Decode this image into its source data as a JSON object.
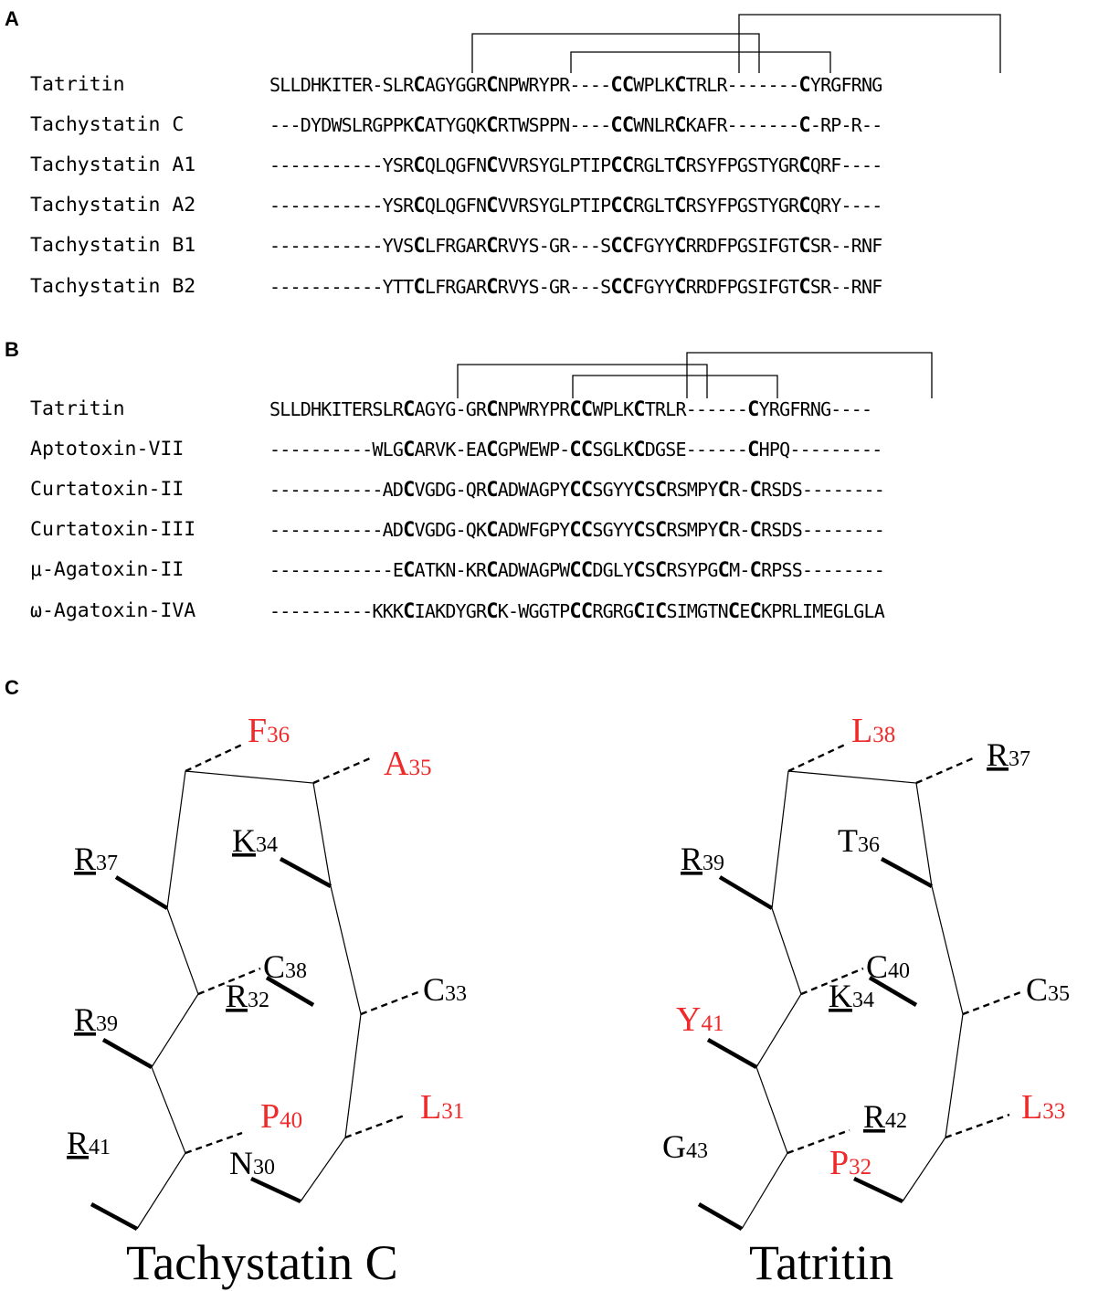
{
  "panel_labels": {
    "a": "A",
    "b": "B",
    "c": "C"
  },
  "colors": {
    "hydrophobic_highlight": "#ee2a2a",
    "text": "#000000"
  },
  "alignment_a": [
    {
      "name": "Tatritin",
      "seq": "SLLDHKITER-SLRCAGYGGRCNPWRYPR----CCWPLKCTRLR-------CYRGFRNG"
    },
    {
      "name": "Tachystatin C",
      "seq": "---DYDWSLRGPPKCATYGQKCRTWSPPN----CCWNLRCKAFR-------C-RP-R--"
    },
    {
      "name": "Tachystatin A1",
      "seq": "-----------YSRCQLQGFNCVVRSYGLPTIPCCRGLTCRSYFPGSTYGRCQRF----"
    },
    {
      "name": "Tachystatin A2",
      "seq": "-----------YSRCQLQGFNCVVRSYGLPTIPCCRGLTCRSYFPGSTYGRCQRY----"
    },
    {
      "name": "Tachystatin B1",
      "seq": "-----------YVSCLFRGARCRVYS-GR---SCCFGYYCRRDFPGSIFGTCSR--RNF"
    },
    {
      "name": "Tachystatin B2",
      "seq": "-----------YTTCLFRGARCRVYS-GR---SCCFGYYCRRDFPGSIFGTCSR--RNF"
    }
  ],
  "alignment_b": [
    {
      "name": "Tatritin",
      "seq": "SLLDHKITERSLRCAGYG-GRCNPWRYPRCCWPLKCTRLR------CYRGFRNG----"
    },
    {
      "name": "Aptotoxin-VII",
      "seq": "----------WLGCARVK-EACGPWEWP-CCSGLKCDGSE------CHPQ---------"
    },
    {
      "name": "Curtatoxin-II",
      "seq": "-----------ADCVGDG-QRCADWAGPYCCSGYYCSCRSMPYCR-CRSDS--------"
    },
    {
      "name": "Curtatoxin-III",
      "seq": "-----------ADCVGDG-QKCADWFGPYCCSGYYCSCRSMPYCR-CRSDS--------"
    },
    {
      "name": "μ-Agatoxin-II",
      "seq": "------------ECATKN-KRCADWAGPWCCDGLYCSCRSYPGCM-CRPSS--------"
    },
    {
      "name": "ω-Agatoxin-IVA",
      "seq": "----------KKKCIAKDYGRCK-WGGTPCCRGRGCICSIMGTNCECKPRLIMEGLGLA"
    }
  ],
  "structures": [
    {
      "title": "Tachystatin C",
      "residues": [
        {
          "letter": "F",
          "number": "36",
          "underline": false,
          "highlight": true
        },
        {
          "letter": "A",
          "number": "35",
          "underline": false,
          "highlight": true
        },
        {
          "letter": "R",
          "number": "37",
          "underline": true,
          "highlight": false
        },
        {
          "letter": "K",
          "number": "34",
          "underline": true,
          "highlight": false
        },
        {
          "letter": "C",
          "number": "38",
          "underline": false,
          "highlight": false
        },
        {
          "letter": "C",
          "number": "33",
          "underline": false,
          "highlight": false
        },
        {
          "letter": "R",
          "number": "39",
          "underline": true,
          "highlight": false
        },
        {
          "letter": "R",
          "number": "32",
          "underline": true,
          "highlight": false
        },
        {
          "letter": "P",
          "number": "40",
          "underline": false,
          "highlight": true
        },
        {
          "letter": "L",
          "number": "31",
          "underline": false,
          "highlight": true
        },
        {
          "letter": "R",
          "number": "41",
          "underline": true,
          "highlight": false
        },
        {
          "letter": "N",
          "number": "30",
          "underline": false,
          "highlight": false
        }
      ]
    },
    {
      "title": "Tatritin",
      "residues": [
        {
          "letter": "L",
          "number": "38",
          "underline": false,
          "highlight": true
        },
        {
          "letter": "R",
          "number": "37",
          "underline": true,
          "highlight": false
        },
        {
          "letter": "R",
          "number": "39",
          "underline": true,
          "highlight": false
        },
        {
          "letter": "T",
          "number": "36",
          "underline": false,
          "highlight": false
        },
        {
          "letter": "C",
          "number": "40",
          "underline": false,
          "highlight": false
        },
        {
          "letter": "C",
          "number": "35",
          "underline": false,
          "highlight": false
        },
        {
          "letter": "Y",
          "number": "41",
          "underline": false,
          "highlight": true
        },
        {
          "letter": "K",
          "number": "34",
          "underline": true,
          "highlight": false
        },
        {
          "letter": "R",
          "number": "42",
          "underline": true,
          "highlight": false
        },
        {
          "letter": "L",
          "number": "33",
          "underline": false,
          "highlight": true
        },
        {
          "letter": "G",
          "number": "43",
          "underline": false,
          "highlight": false
        },
        {
          "letter": "P",
          "number": "32",
          "underline": false,
          "highlight": true
        }
      ]
    }
  ]
}
